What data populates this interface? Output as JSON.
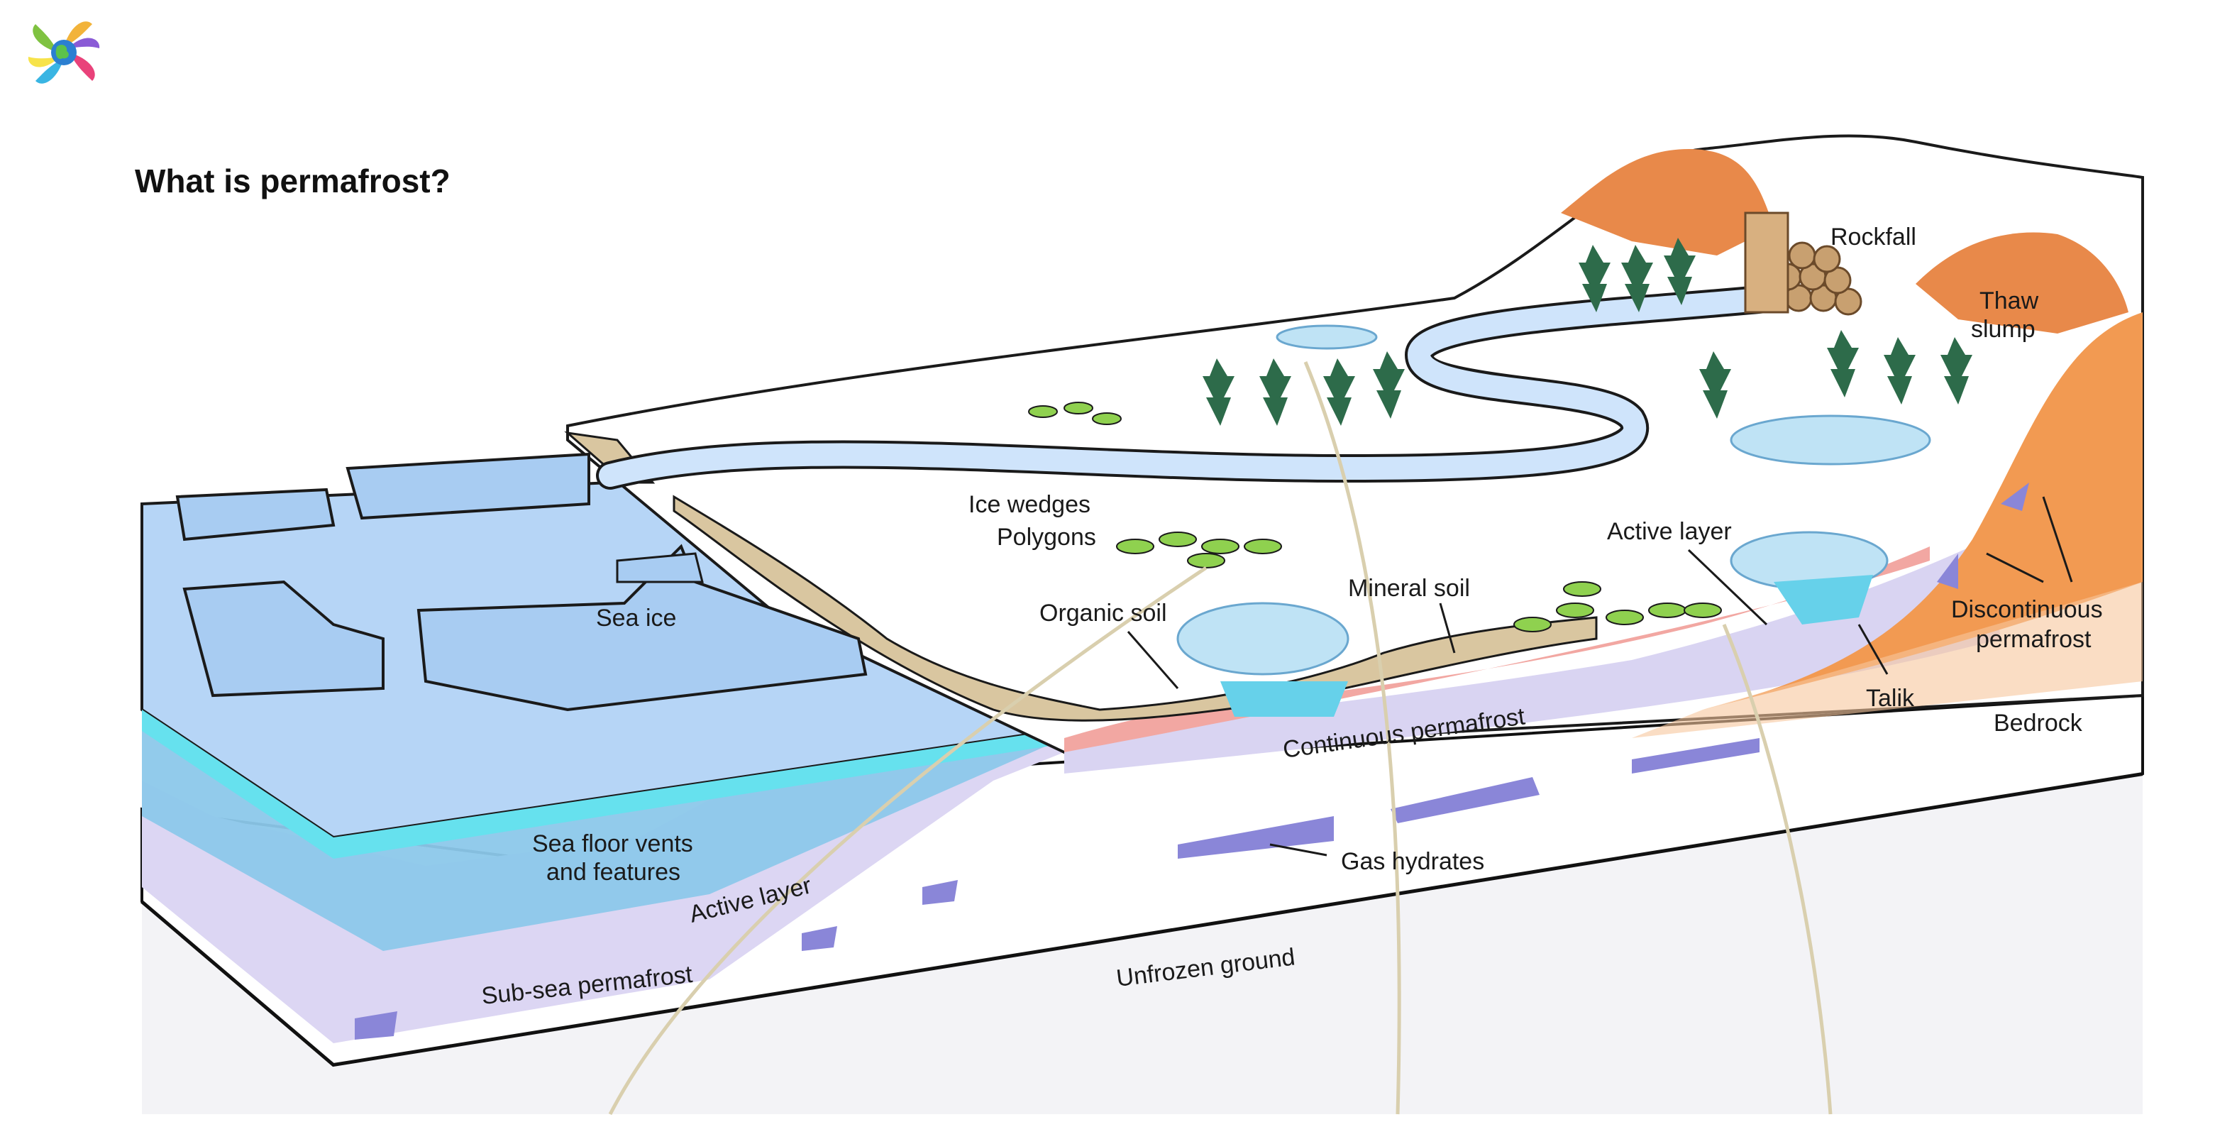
{
  "page": {
    "title": "What is permafrost?"
  },
  "logo": {
    "name": "pinwheel-globe-logo",
    "colors": [
      "#f2b33a",
      "#e9427a",
      "#39b5e3",
      "#7fc241",
      "#8a5bd6",
      "#f7e34a"
    ]
  },
  "labels": {
    "rockfall": "Rockfall",
    "thaw_slump_1": "Thaw",
    "thaw_slump_2": "slump",
    "ice_wedges_1": "Ice wedges",
    "ice_wedges_2": "Polygons",
    "active_layer_land": "Active layer",
    "mineral_soil": "Mineral soil",
    "organic_soil": "Organic soil",
    "sea_ice": "Sea ice",
    "discontinuous_1": "Discontinuous",
    "discontinuous_2": "permafrost",
    "talik": "Talik",
    "bedrock": "Bedrock",
    "continuous_permafrost": "Continuous permafrost",
    "sea_floor_1": "Sea floor vents",
    "sea_floor_2": "and features",
    "active_layer_sea": "Active layer",
    "gas_hydrates": "Gas hydrates",
    "sub_sea_permafrost": "Sub-sea permafrost",
    "unfrozen_ground": "Unfrozen ground"
  },
  "colors": {
    "sea": "#a8ccf2",
    "sea_deep": "#77e0ef",
    "ice": "#cfe4fb",
    "soil": "#d9c6a0",
    "permafrost_lavender": "#d9d4f2",
    "gas_hydrate": "#8a86d8",
    "bedrock": "#f0944a",
    "active_pink": "#f2a7a2",
    "tree": "#2d6b4a",
    "polygon_green": "#8fd14f"
  }
}
